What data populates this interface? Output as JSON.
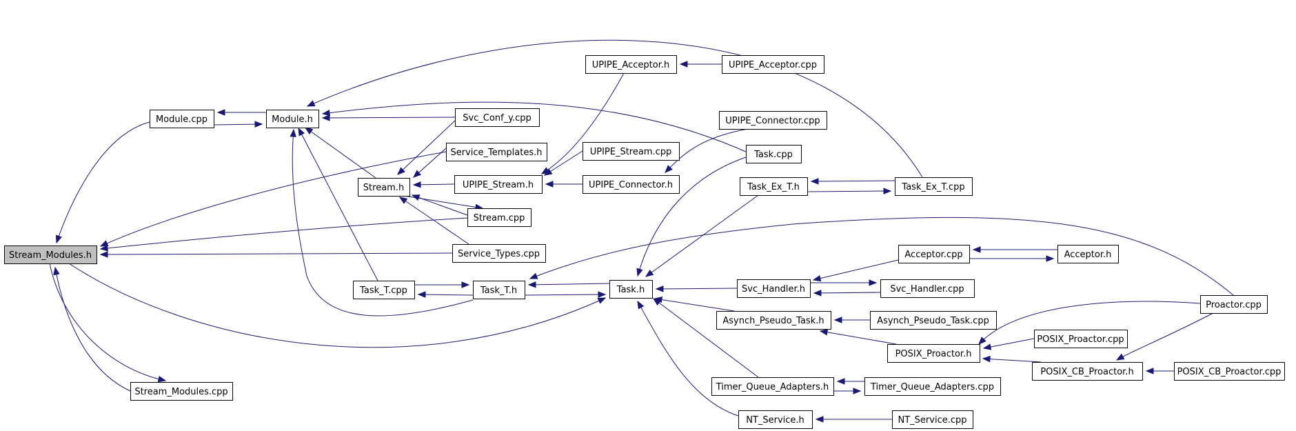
{
  "diagram": {
    "nodes": [
      {
        "id": "stream_modules_h",
        "label": "Stream_Modules.h",
        "highlighted": true
      },
      {
        "id": "module_cpp",
        "label": "Module.cpp"
      },
      {
        "id": "module_h",
        "label": "Module.h"
      },
      {
        "id": "stream_modules_cpp",
        "label": "Stream_Modules.cpp"
      },
      {
        "id": "stream_h",
        "label": "Stream.h"
      },
      {
        "id": "svc_conf_y_cpp",
        "label": "Svc_Conf_y.cpp"
      },
      {
        "id": "service_templates_h",
        "label": "Service_Templates.h"
      },
      {
        "id": "stream_cpp",
        "label": "Stream.cpp"
      },
      {
        "id": "service_types_cpp",
        "label": "Service_Types.cpp"
      },
      {
        "id": "upipe_stream_h",
        "label": "UPIPE_Stream.h"
      },
      {
        "id": "upipe_acceptor_h",
        "label": "UPIPE_Acceptor.h"
      },
      {
        "id": "upipe_acceptor_cpp",
        "label": "UPIPE_Acceptor.cpp"
      },
      {
        "id": "upipe_stream_cpp",
        "label": "UPIPE_Stream.cpp"
      },
      {
        "id": "upipe_connector_h",
        "label": "UPIPE_Connector.h"
      },
      {
        "id": "upipe_connector_cpp",
        "label": "UPIPE_Connector.cpp"
      },
      {
        "id": "task_t_cpp",
        "label": "Task_T.cpp"
      },
      {
        "id": "task_t_h",
        "label": "Task_T.h"
      },
      {
        "id": "task_h",
        "label": "Task.h"
      },
      {
        "id": "task_cpp",
        "label": "Task.cpp"
      },
      {
        "id": "task_ex_t_h",
        "label": "Task_Ex_T.h"
      },
      {
        "id": "task_ex_t_cpp",
        "label": "Task_Ex_T.cpp"
      },
      {
        "id": "svc_handler_h",
        "label": "Svc_Handler.h"
      },
      {
        "id": "svc_handler_cpp",
        "label": "Svc_Handler.cpp"
      },
      {
        "id": "acceptor_cpp",
        "label": "Acceptor.cpp"
      },
      {
        "id": "acceptor_h",
        "label": "Acceptor.h"
      },
      {
        "id": "asynch_pseudo_task_h",
        "label": "Asynch_Pseudo_Task.h"
      },
      {
        "id": "asynch_pseudo_task_cpp",
        "label": "Asynch_Pseudo_Task.cpp"
      },
      {
        "id": "posix_proactor_h",
        "label": "POSIX_Proactor.h"
      },
      {
        "id": "posix_proactor_cpp",
        "label": "POSIX_Proactor.cpp"
      },
      {
        "id": "proactor_cpp",
        "label": "Proactor.cpp"
      },
      {
        "id": "posix_cb_proactor_h",
        "label": "POSIX_CB_Proactor.h"
      },
      {
        "id": "posix_cb_proactor_cpp",
        "label": "POSIX_CB_Proactor.cpp"
      },
      {
        "id": "timer_queue_adapters_h",
        "label": "Timer_Queue_Adapters.h"
      },
      {
        "id": "timer_queue_adapters_cpp",
        "label": "Timer_Queue_Adapters.cpp"
      },
      {
        "id": "nt_service_h",
        "label": "NT_Service.h"
      },
      {
        "id": "nt_service_cpp",
        "label": "NT_Service.cpp"
      }
    ],
    "edges": [
      {
        "from": "module_cpp",
        "to": "stream_modules_h"
      },
      {
        "from": "module_h",
        "to": "module_cpp"
      },
      {
        "from": "module_cpp",
        "to": "module_h"
      },
      {
        "from": "stream_modules_cpp",
        "to": "stream_modules_h"
      },
      {
        "from": "stream_modules_h",
        "to": "stream_modules_cpp"
      },
      {
        "from": "service_templates_h",
        "to": "stream_modules_h"
      },
      {
        "from": "stream_cpp",
        "to": "stream_modules_h"
      },
      {
        "from": "service_types_cpp",
        "to": "stream_modules_h"
      },
      {
        "from": "stream_modules_h",
        "to": "task_h"
      },
      {
        "from": "svc_conf_y_cpp",
        "to": "module_h"
      },
      {
        "from": "task_cpp",
        "to": "module_h"
      },
      {
        "from": "task_ex_t_cpp",
        "to": "module_h"
      },
      {
        "from": "stream_h",
        "to": "module_h"
      },
      {
        "from": "task_t_cpp",
        "to": "module_h"
      },
      {
        "from": "task_t_h",
        "to": "module_h"
      },
      {
        "from": "svc_conf_y_cpp",
        "to": "stream_h"
      },
      {
        "from": "service_templates_h",
        "to": "stream_h"
      },
      {
        "from": "upipe_stream_h",
        "to": "stream_h"
      },
      {
        "from": "stream_cpp",
        "to": "stream_h"
      },
      {
        "from": "stream_h",
        "to": "stream_cpp"
      },
      {
        "from": "service_types_cpp",
        "to": "stream_h"
      },
      {
        "from": "upipe_acceptor_h",
        "to": "upipe_stream_h"
      },
      {
        "from": "upipe_stream_cpp",
        "to": "upipe_stream_h"
      },
      {
        "from": "upipe_connector_h",
        "to": "upipe_stream_h"
      },
      {
        "from": "upipe_acceptor_cpp",
        "to": "upipe_acceptor_h"
      },
      {
        "from": "upipe_connector_cpp",
        "to": "upipe_connector_h"
      },
      {
        "from": "task_t_cpp",
        "to": "task_t_h"
      },
      {
        "from": "task_t_h",
        "to": "task_t_cpp"
      },
      {
        "from": "task_h",
        "to": "task_t_h"
      },
      {
        "from": "task_t_h",
        "to": "task_h"
      },
      {
        "from": "proactor_cpp",
        "to": "task_t_h"
      },
      {
        "from": "task_cpp",
        "to": "task_h"
      },
      {
        "from": "task_ex_t_h",
        "to": "task_h"
      },
      {
        "from": "svc_handler_h",
        "to": "task_h"
      },
      {
        "from": "asynch_pseudo_task_h",
        "to": "task_h"
      },
      {
        "from": "timer_queue_adapters_h",
        "to": "task_h"
      },
      {
        "from": "nt_service_h",
        "to": "task_h"
      },
      {
        "from": "task_ex_t_cpp",
        "to": "task_ex_t_h"
      },
      {
        "from": "task_ex_t_h",
        "to": "task_ex_t_cpp"
      },
      {
        "from": "acceptor_cpp",
        "to": "svc_handler_h"
      },
      {
        "from": "svc_handler_cpp",
        "to": "svc_handler_h"
      },
      {
        "from": "svc_handler_h",
        "to": "svc_handler_cpp"
      },
      {
        "from": "acceptor_h",
        "to": "acceptor_cpp"
      },
      {
        "from": "acceptor_cpp",
        "to": "acceptor_h"
      },
      {
        "from": "asynch_pseudo_task_cpp",
        "to": "asynch_pseudo_task_h"
      },
      {
        "from": "posix_proactor_h",
        "to": "asynch_pseudo_task_h"
      },
      {
        "from": "posix_proactor_cpp",
        "to": "posix_proactor_h"
      },
      {
        "from": "proactor_cpp",
        "to": "posix_proactor_h"
      },
      {
        "from": "posix_cb_proactor_h",
        "to": "posix_proactor_h"
      },
      {
        "from": "posix_cb_proactor_cpp",
        "to": "posix_cb_proactor_h"
      },
      {
        "from": "proactor_cpp",
        "to": "posix_cb_proactor_h"
      },
      {
        "from": "timer_queue_adapters_cpp",
        "to": "timer_queue_adapters_h"
      },
      {
        "from": "timer_queue_adapters_h",
        "to": "timer_queue_adapters_cpp"
      },
      {
        "from": "nt_service_cpp",
        "to": "nt_service_h"
      }
    ]
  }
}
